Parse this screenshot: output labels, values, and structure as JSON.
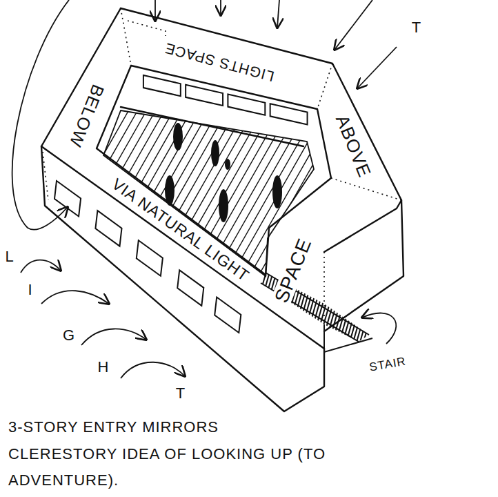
{
  "diagram": {
    "caption": "3-STORY ENTRY MIRRORS CLERESTORY IDEA OF LOOKING UP (TO ADVENTURE).",
    "labels": [
      "SPACE",
      "ABOVE",
      "LIGHTS SPACE",
      "BELOW",
      "VIA NATURAL LIGHT",
      "STAIR",
      "L",
      "I",
      "G",
      "H",
      "T",
      "T"
    ]
  }
}
